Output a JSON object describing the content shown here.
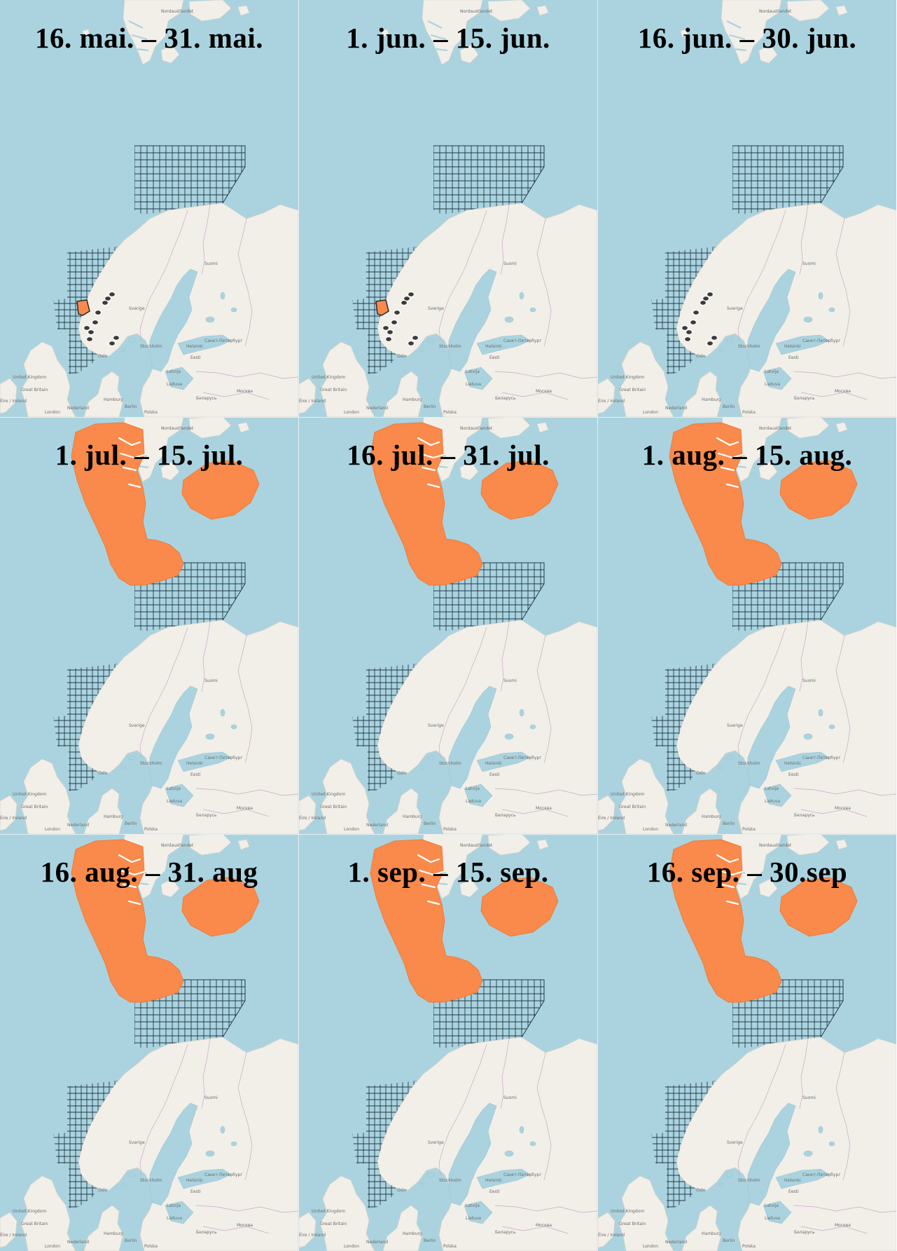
{
  "colors": {
    "sea": "#aad3df",
    "land": "#f2efe9",
    "grid_line": "#233a48",
    "highlight": "#f98a4b",
    "highlight_stroke": "#ef7a38",
    "border": "#c9a7c4",
    "water_inland": "#aad3df"
  },
  "place_labels": {
    "svalbard": "Nordaustlandet",
    "sweden": "Sverige",
    "finland": "Suomi",
    "oslo": "Oslo",
    "stockholm": "Stockholm",
    "helsinki": "Helsinki",
    "spb": "Санкт-Петербург",
    "latvia": "Latvija",
    "moscow": "Москва",
    "uk": "United Kingdom",
    "gb": "Great Britain",
    "ireland": "Éire / Ireland",
    "london": "London",
    "hamburg": "Hamburg",
    "berlin": "Berlin",
    "polska": "Polska",
    "belarus": "Беларусь",
    "nederland": "Nederland",
    "eesti": "Eesti",
    "lietuva": "Lietuva"
  },
  "panels": [
    {
      "title": "16. mai. – 31. mai.",
      "phase": "coastal",
      "coastal_box": true
    },
    {
      "title": "1. jun. – 15. jun.",
      "phase": "coastal",
      "coastal_box": true
    },
    {
      "title": "16. jun. – 30. jun.",
      "phase": "coastal",
      "coastal_box": false
    },
    {
      "title": "1. jul. – 15. jul.",
      "phase": "arctic"
    },
    {
      "title": "16. jul. – 31. jul.",
      "phase": "arctic"
    },
    {
      "title": "1. aug. – 15. aug.",
      "phase": "arctic"
    },
    {
      "title": "16. aug. – 31. aug",
      "phase": "arctic"
    },
    {
      "title": "1. sep. – 15. sep.",
      "phase": "arctic"
    },
    {
      "title": "16. sep. – 30.sep",
      "phase": "arctic"
    }
  ]
}
